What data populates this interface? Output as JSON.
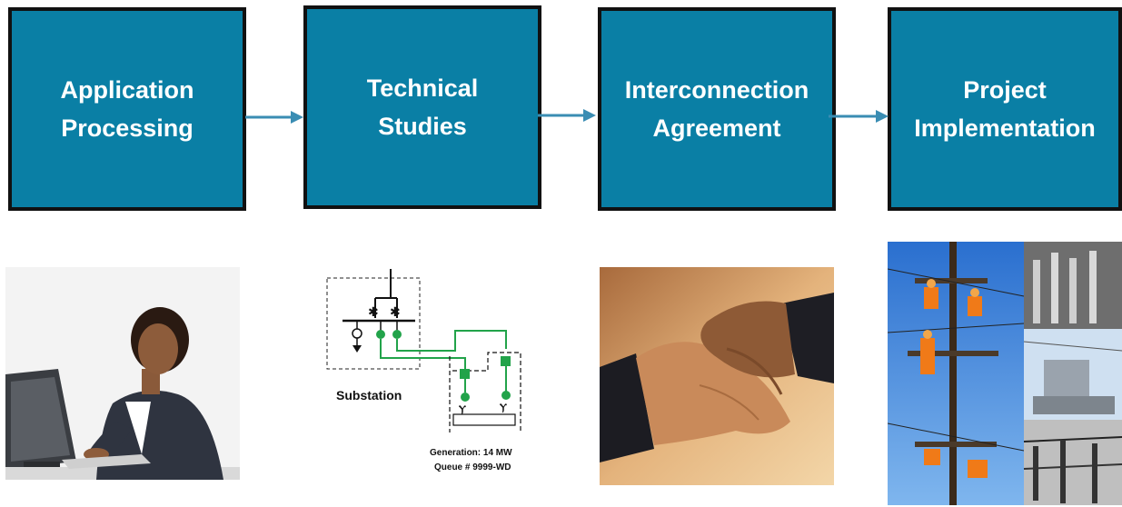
{
  "steps": [
    {
      "line1": "Application",
      "line2": "Processing"
    },
    {
      "line1": "Technical",
      "line2": "Studies"
    },
    {
      "line1": "Interconnection",
      "line2": "Agreement"
    },
    {
      "line1": "Project",
      "line2": "Implementation"
    }
  ],
  "diagram": {
    "substation_label": "Substation",
    "generation_label": "Generation:  14 MW",
    "queue_label": "Queue # 9999-WD"
  },
  "colors": {
    "box_fill": "#0a7fa5",
    "box_border": "#111111",
    "arrow": "#3a8db3",
    "diagram_green": "#22a34a"
  },
  "images": [
    "woman-at-computer-photo",
    "one-line-diagram",
    "handshake-photo",
    "linemen-and-substations-collage"
  ]
}
